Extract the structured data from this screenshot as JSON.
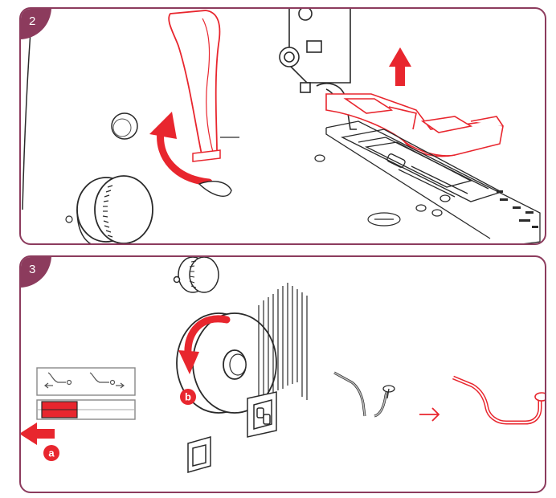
{
  "steps": [
    {
      "number": "2"
    },
    {
      "number": "3"
    }
  ],
  "markers": {
    "a": "a",
    "b": "b"
  },
  "colors": {
    "frame": "#8c3b5d",
    "accent": "#e8262e",
    "line": "#2a2a2a",
    "light_line": "#888888"
  }
}
